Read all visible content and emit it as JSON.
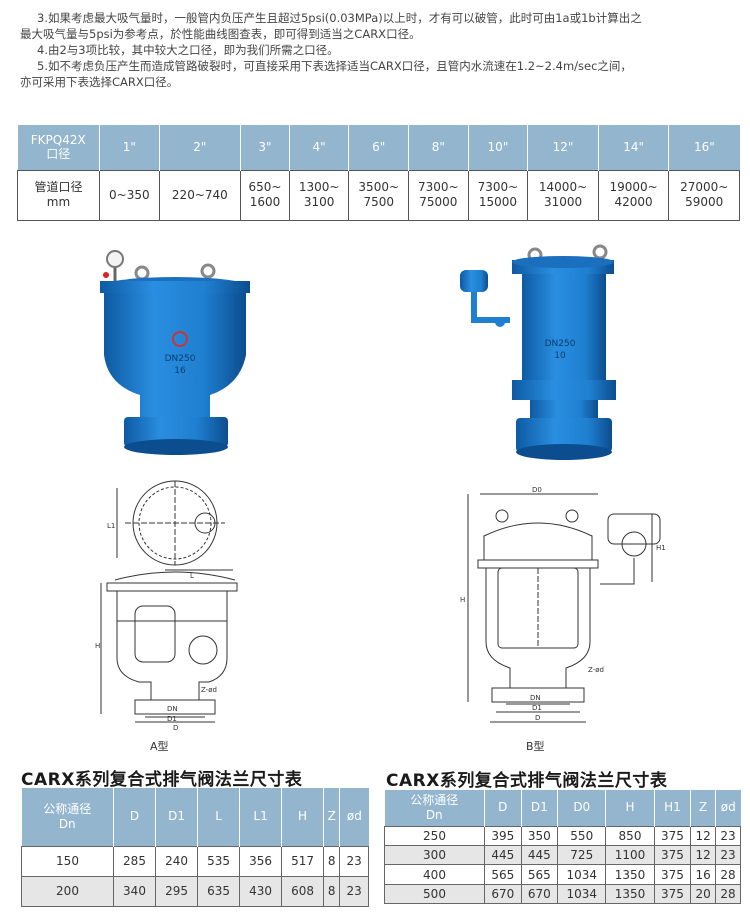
{
  "intro": {
    "lines": [
      "3.如果考虑最大吸气量时，一般管内负压产生且超过5psi(0.03MPa)以上时，才有可以破管，此时可由1a或1b计算出之",
      "最大吸气量与5psi为参考点，於性能曲线图查表，即可得到适当之CARX口径。",
      "4.由2与3项比较，其中较大之口径，即为我们所需之口径。",
      "5.如不考虑负压产生而造成管路破裂时，可直接采用下表选择适当CARX口径，且管内水流速在1.2~2.4m/sec之间，",
      "亦可采用下表选择CARX口径。"
    ]
  },
  "size_table": {
    "header_model": "FKPQ42X",
    "header_model_sub": "口径",
    "sizes": [
      "1\"",
      "2\"",
      "3\"",
      "4\"",
      "6\"",
      "8\"",
      "10\"",
      "12\"",
      "14\"",
      "16\""
    ],
    "row_label": "管道口径",
    "row_unit": "mm",
    "ranges": [
      [
        "0~350"
      ],
      [
        "220~740"
      ],
      [
        "650~",
        "1600"
      ],
      [
        "1300~",
        "3100"
      ],
      [
        "3500~",
        "7500"
      ],
      [
        "7300~",
        "75000"
      ],
      [
        "7300~",
        "15000"
      ],
      [
        "14000~",
        "31000"
      ],
      [
        "19000~",
        "42000"
      ],
      [
        "27000~",
        "59000"
      ]
    ]
  },
  "photos": {
    "a_mark_top": "DN250",
    "a_mark_bottom": "16",
    "b_mark_top": "DN250",
    "b_mark_bottom": "10"
  },
  "drawings": {
    "a_caption": "A型",
    "b_caption": "B型",
    "dims": {
      "L": "L",
      "L1": "L1",
      "H": "H",
      "H1": "H1",
      "D0": "D0",
      "DN": "DN",
      "D1": "D1",
      "D": "D",
      "Z": "Z-ød"
    }
  },
  "flange_table_a": {
    "title": "CARX系列复合式排气阀法兰尺寸表",
    "header_label": "公称通径",
    "header_label_sub": "Dn",
    "columns": [
      "D",
      "D1",
      "L",
      "L1",
      "H",
      "Z",
      "ød"
    ],
    "rows": [
      [
        "150",
        "285",
        "240",
        "535",
        "356",
        "517",
        "8",
        "23"
      ],
      [
        "200",
        "340",
        "295",
        "635",
        "430",
        "608",
        "8",
        "23"
      ]
    ]
  },
  "flange_table_b": {
    "title": "CARX系列复合式排气阀法兰尺寸表",
    "header_label": "公称通径",
    "header_label_sub": "Dn",
    "columns": [
      "D",
      "D1",
      "D0",
      "H",
      "H1",
      "Z",
      "ød"
    ],
    "rows": [
      [
        "250",
        "395",
        "350",
        "550",
        "850",
        "375",
        "12",
        "23"
      ],
      [
        "300",
        "445",
        "445",
        "725",
        "1100",
        "375",
        "12",
        "23"
      ],
      [
        "400",
        "565",
        "565",
        "1034",
        "1350",
        "375",
        "16",
        "28"
      ],
      [
        "500",
        "670",
        "670",
        "1034",
        "1350",
        "375",
        "20",
        "28"
      ]
    ]
  },
  "colors": {
    "header_blue": "#93b5cd",
    "valve_blue": "#1f7fd0",
    "valve_dark": "#0e5aa3",
    "alt_row": "#e6e6e6"
  }
}
